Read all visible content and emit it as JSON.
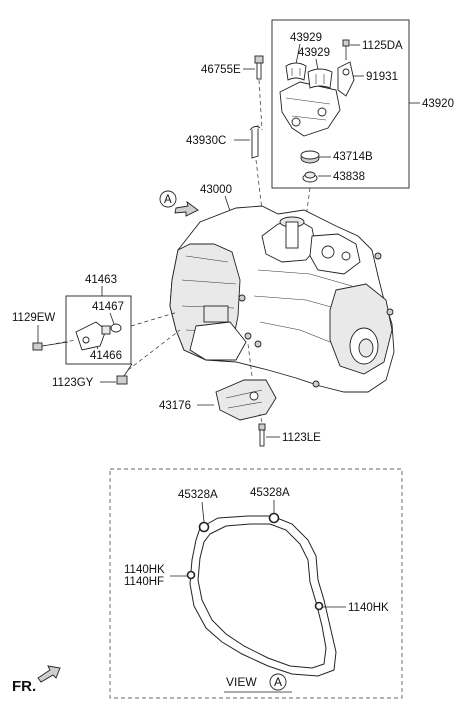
{
  "labels": {
    "p43929a": "43929",
    "p43929b": "43929",
    "p1125DA": "1125DA",
    "p46755E": "46755E",
    "p91931": "91931",
    "p43920": "43920",
    "p43930C": "43930C",
    "p43714B": "43714B",
    "p43838": "43838",
    "p43000": "43000",
    "p41463": "41463",
    "p41467": "41467",
    "p1129EW": "1129EW",
    "p41466": "41466",
    "p1123GY": "1123GY",
    "p43176": "43176",
    "p1123LE": "1123LE",
    "p45328Aa": "45328A",
    "p45328Ab": "45328A",
    "p1140HK_a": "1140HK",
    "p1140HF": "1140HF",
    "p1140HK_b": "1140HK"
  },
  "view_marker": "A",
  "view_label": "VIEW",
  "view_letter": "A",
  "fr_label": "FR."
}
